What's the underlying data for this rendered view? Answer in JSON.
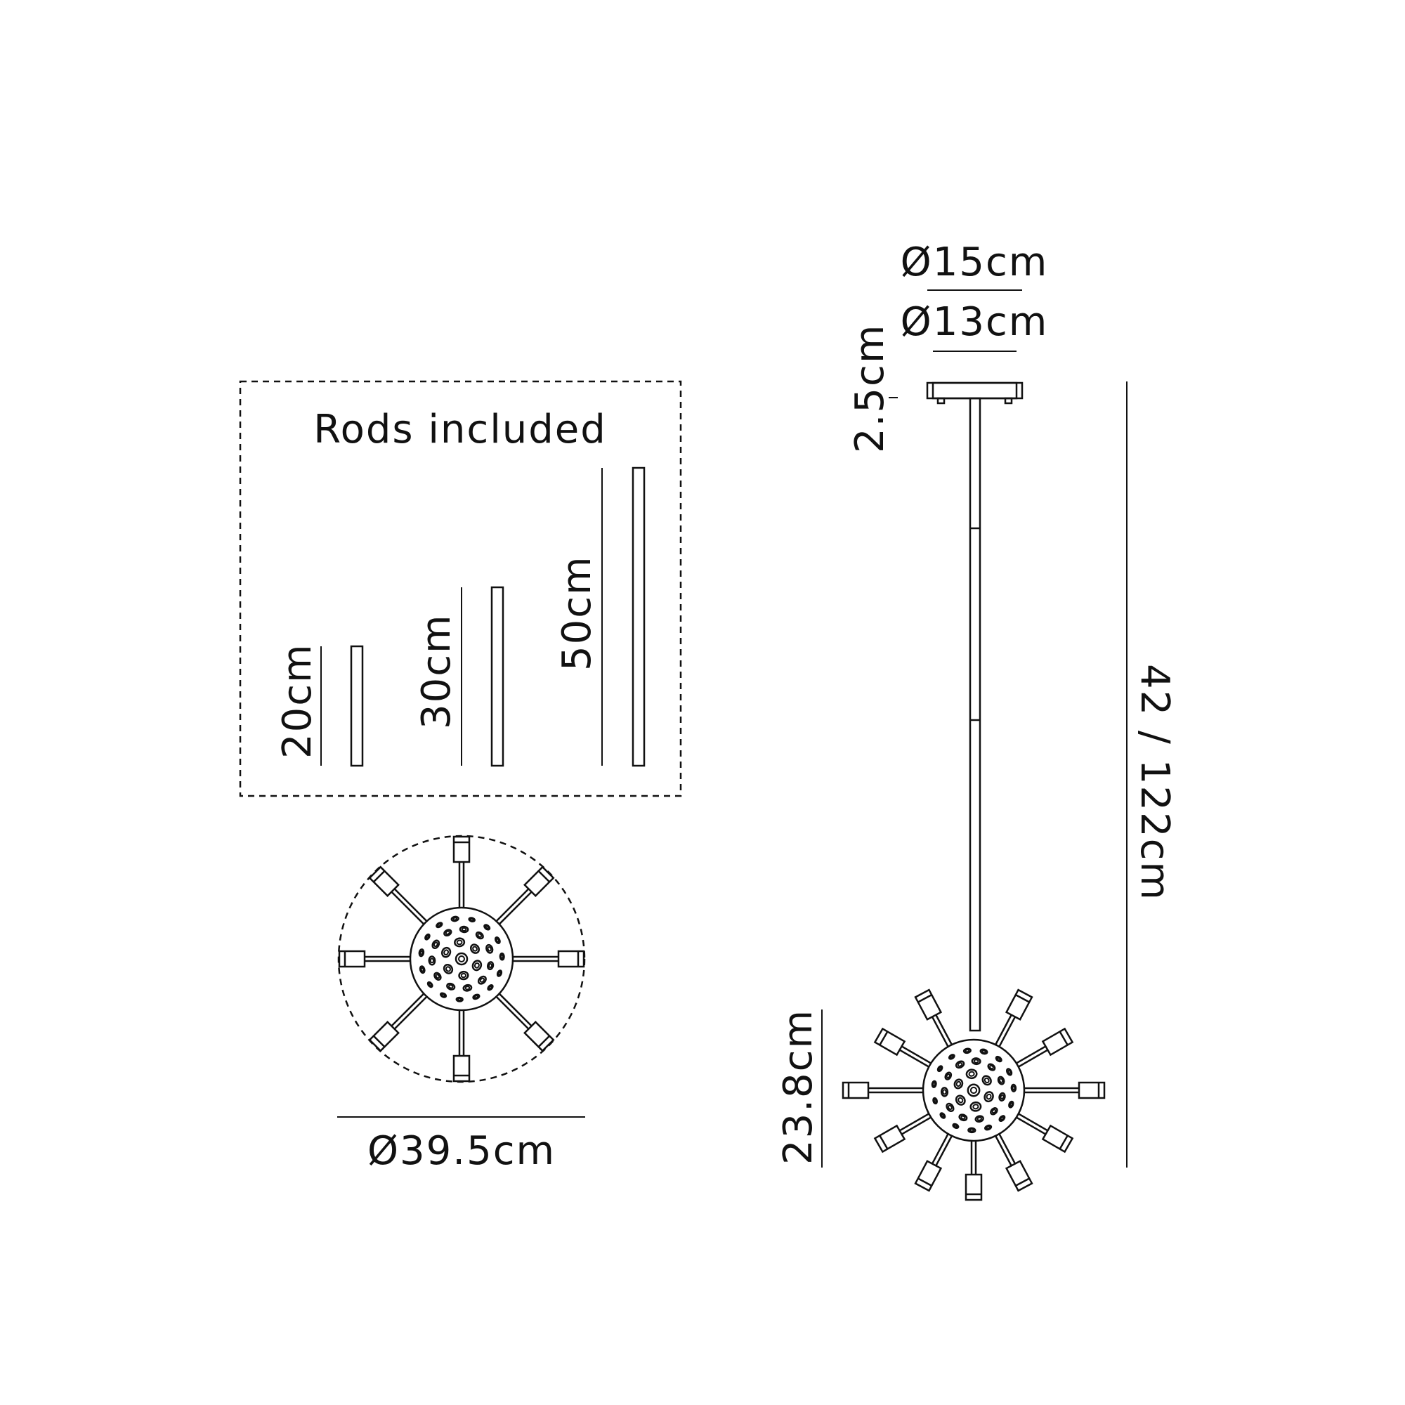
{
  "rods_box": {
    "title": "Rods included",
    "rods": [
      {
        "label": "20cm",
        "length_cm": 20
      },
      {
        "label": "30cm",
        "length_cm": 30
      },
      {
        "label": "50cm",
        "length_cm": 50
      }
    ]
  },
  "plan_view": {
    "diameter_label": "Ø39.5cm",
    "arm_count": 8
  },
  "elevation_view": {
    "canopy_outer_label": "Ø15cm",
    "canopy_inner_label": "Ø13cm",
    "canopy_height_label": "2.5cm",
    "overall_height_label": "42 / 122cm",
    "body_height_label": "23.8cm"
  }
}
